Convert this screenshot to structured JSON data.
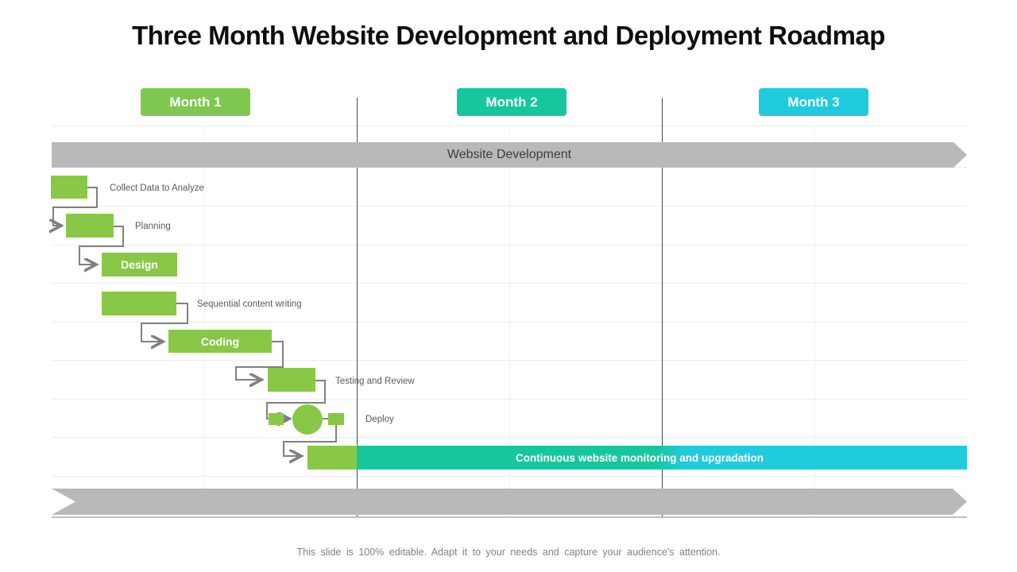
{
  "title": "Three Month Website Development and Deployment Roadmap",
  "months": [
    {
      "label": "Month 1",
      "color": "#7ec84f"
    },
    {
      "label": "Month 2",
      "color": "#16c79d"
    },
    {
      "label": "Month 3",
      "color": "#21cbde"
    }
  ],
  "phase_banner": {
    "label": "Website Development"
  },
  "tasks": [
    {
      "id": "collect",
      "label": "Collect Data to Analyze",
      "label_placement": "right-of-bar"
    },
    {
      "id": "planning",
      "label": "Planning",
      "label_placement": "right-of-bar"
    },
    {
      "id": "design",
      "label": "Design",
      "label_placement": "inside-bar"
    },
    {
      "id": "content",
      "label": "Sequential content writing",
      "label_placement": "right-of-bar"
    },
    {
      "id": "coding",
      "label": "Coding",
      "label_placement": "inside-bar"
    },
    {
      "id": "testing",
      "label": "Testing and Review",
      "label_placement": "right-of-bar"
    },
    {
      "id": "deploy",
      "label": "Deploy",
      "label_placement": "right-of-milestone"
    },
    {
      "id": "monitoring",
      "label": "Continuous website monitoring and upgradation",
      "label_placement": "inside-bar"
    }
  ],
  "colors": {
    "bar_green": "#89c847",
    "teal": "#16c79d",
    "cyan": "#21cbde",
    "banner_gray": "#b9b9b9",
    "connector_gray": "#808080"
  },
  "footer": "This slide is 100% editable. Adapt it to your needs and capture your audience's attention."
}
